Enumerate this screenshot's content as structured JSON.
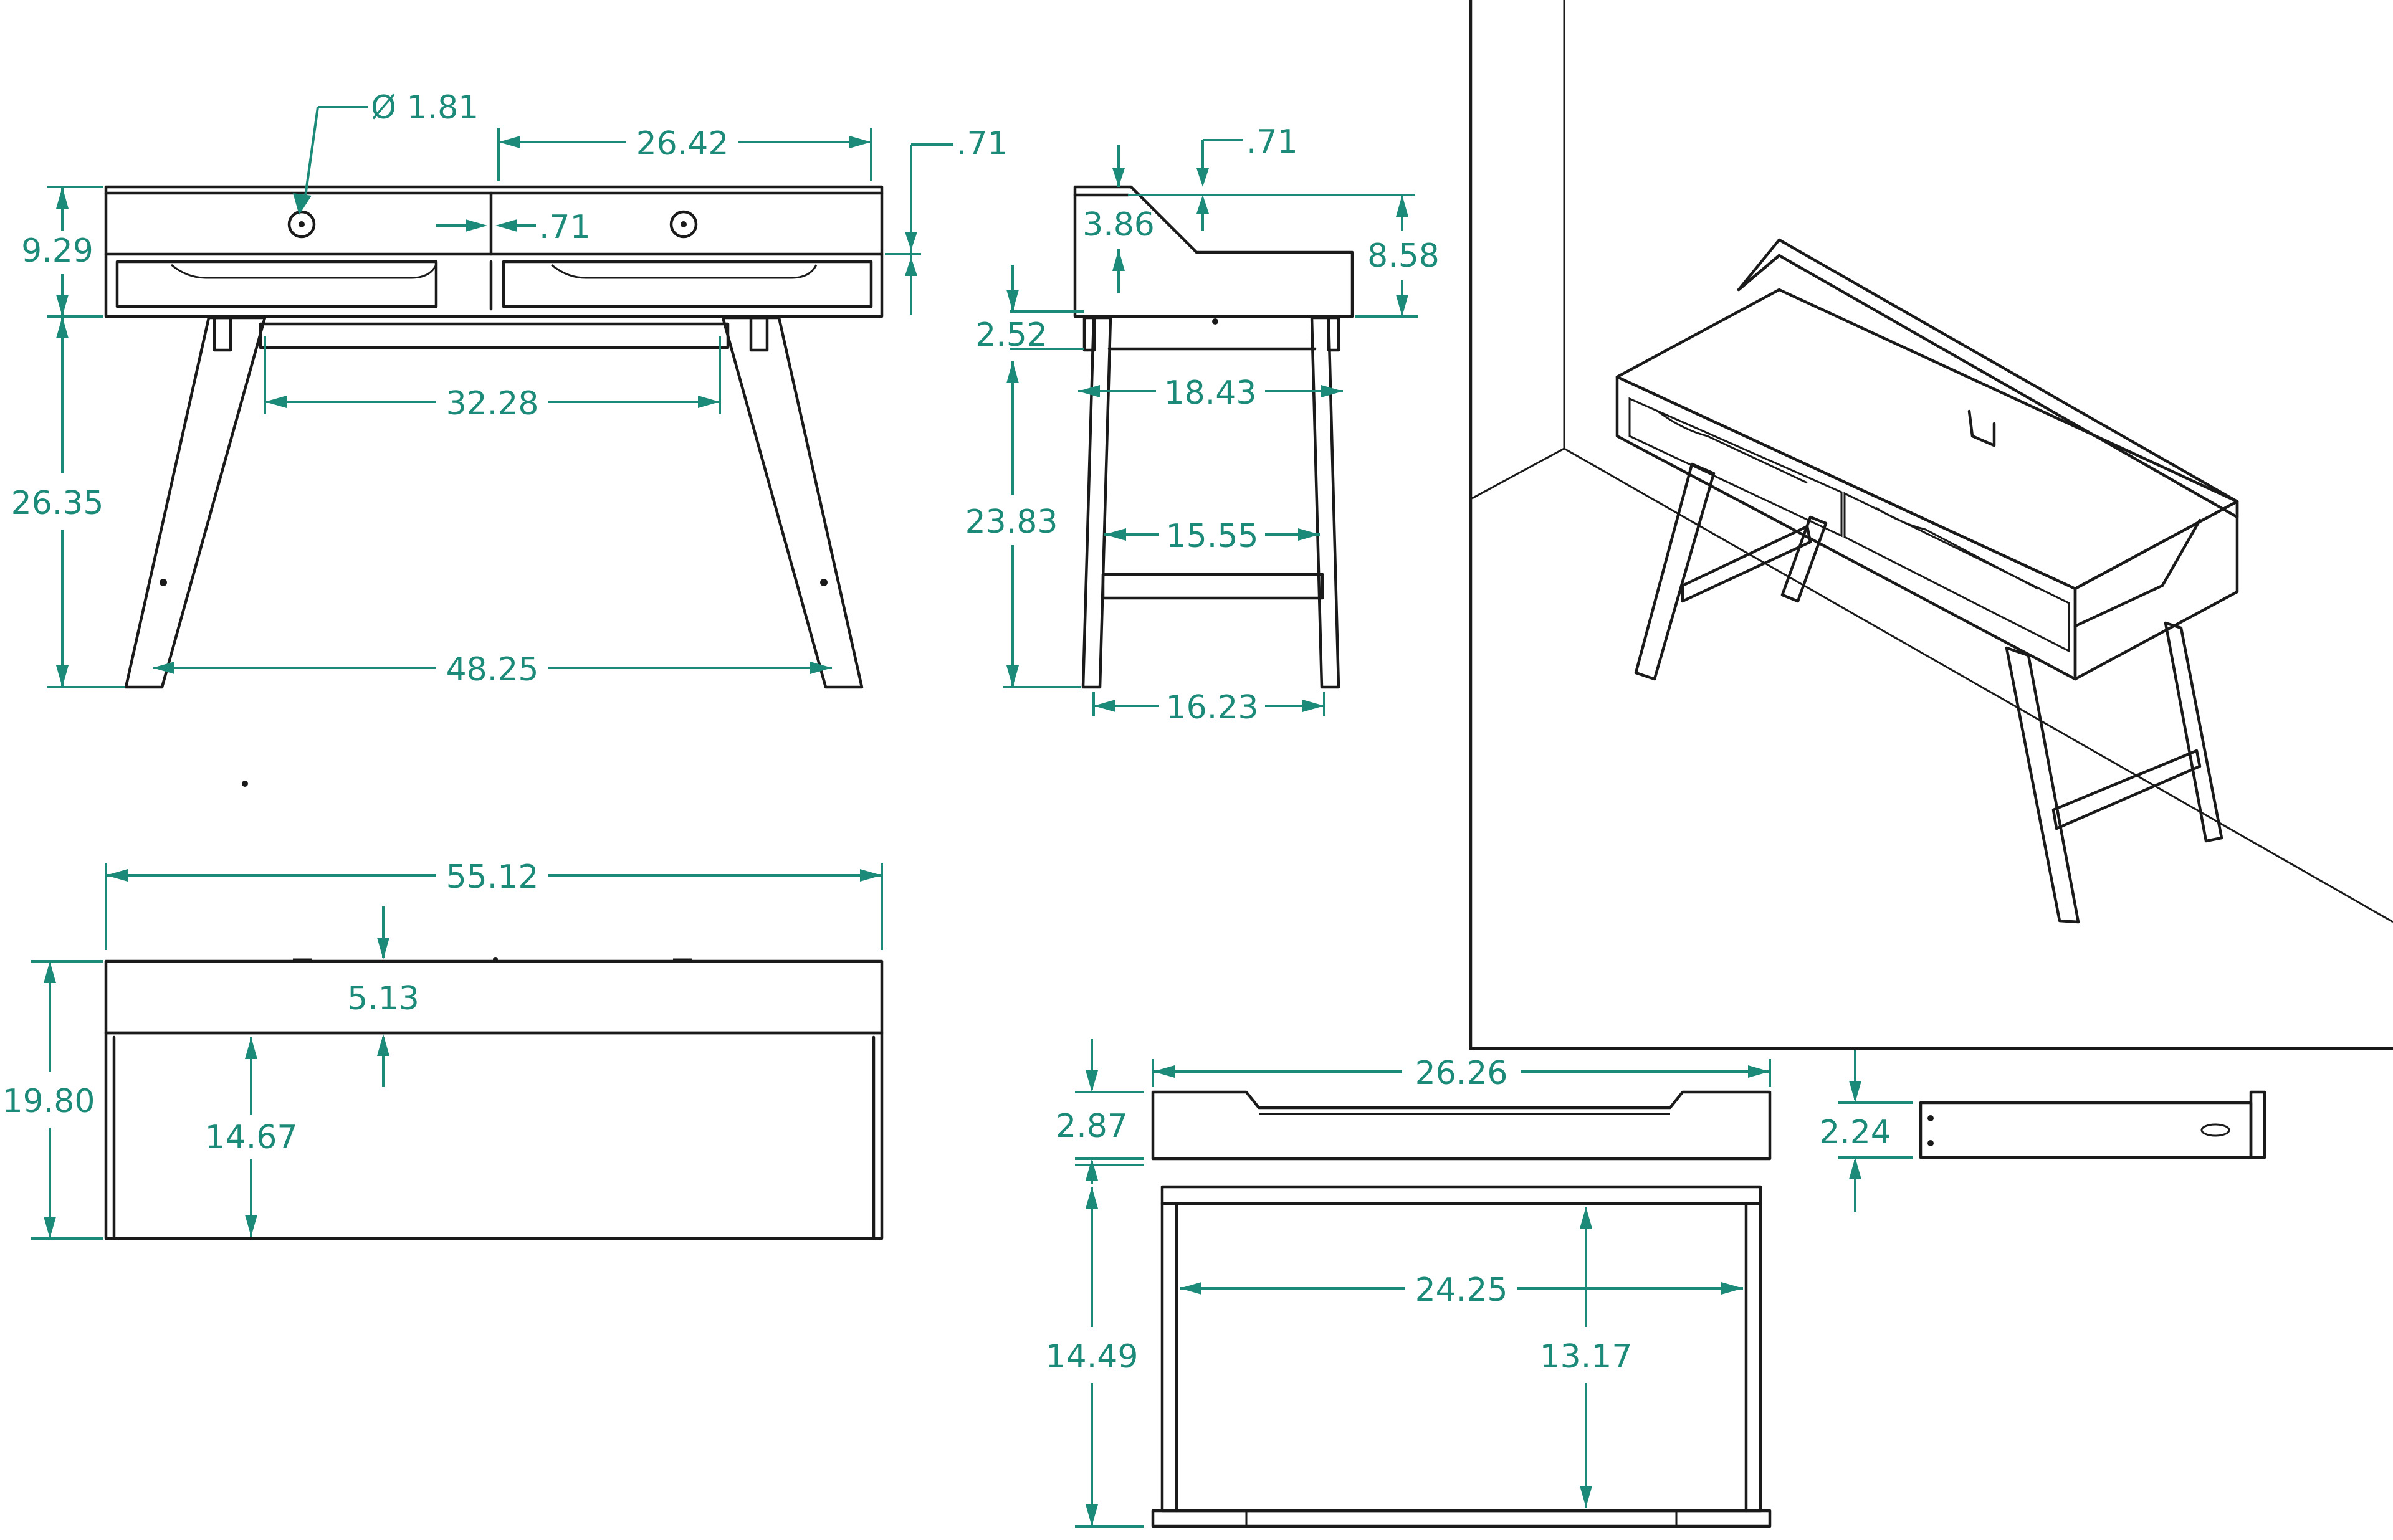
{
  "front_view": {
    "hole_dia": "Ø 1.81",
    "drawer_width": "26.42",
    "top_thick": ".71",
    "divider_thick": ".71",
    "apron_height": "9.29",
    "leg_height": "26.35",
    "stretcher_width": "32.28",
    "foot_span": "48.25"
  },
  "side_view": {
    "top_thick": ".71",
    "hutch_step": "3.86",
    "hutch_height": "8.58",
    "rail_height": "2.52",
    "inner_width": "18.43",
    "leg_height": "23.83",
    "stretcher_width": "15.55",
    "foot_span": "16.23"
  },
  "top_view": {
    "width": "55.12",
    "shelf_depth": "5.13",
    "depth": "19.80",
    "desk_depth": "14.67"
  },
  "drawer_front": {
    "width": "26.26",
    "height": "2.87"
  },
  "drawer_side": {
    "height": "2.24"
  },
  "drawer_top": {
    "depth": "14.49",
    "inner_width": "24.25",
    "inner_depth": "13.17"
  },
  "colors": {
    "dimension": "#1c8a78",
    "line": "#1a1a1a"
  }
}
